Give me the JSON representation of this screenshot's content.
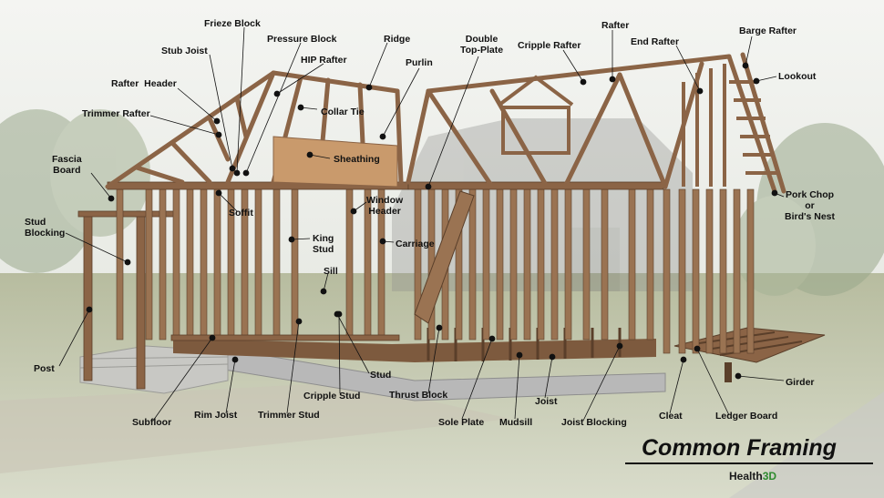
{
  "title": "Common Framing",
  "brand": {
    "name": "Health",
    "suffix": "3D",
    "suffix_color": "#2e8b2e"
  },
  "colors": {
    "wood": "#8b6446",
    "wood_light": "#a27c5a",
    "wood_dark": "#5a3f2a",
    "concrete": "#b8b8b8",
    "grass": "#a9b08e",
    "sky": "#eef0ec",
    "label": "#111111"
  },
  "labels": {
    "frieze_block": "Frieze Block",
    "stub_joist": "Stub Joist",
    "pressure_block": "Pressure Block",
    "ridge": "Ridge",
    "double_top_plate_1": "Double",
    "double_top_plate_2": "Top-Plate",
    "cripple_rafter": "Cripple Rafter",
    "rafter": "Rafter",
    "end_rafter": "End Rafter",
    "barge_rafter": "Barge Rafter",
    "hip_rafter": "HIP Rafter",
    "purlin": "Purlin",
    "lookout": "Lookout",
    "rafter_header": "Rafter  Header",
    "collar_tie": "Collar Tie",
    "trimmer_rafter": "Trimmer Rafter",
    "sheathing": "Sheathing",
    "fascia_board_1": "Fascia",
    "fascia_board_2": "Board",
    "pork_chop_1": "Pork Chop",
    "pork_chop_2": "or",
    "pork_chop_3": "Bird's Nest",
    "window_header_1": "Window",
    "window_header_2": "Header",
    "soffit": "Soffit",
    "stud_blocking_1": "Stud",
    "stud_blocking_2": "Blocking",
    "king_stud_1": "King",
    "king_stud_2": "Stud",
    "carriage": "Carriage",
    "sill": "Sill",
    "post": "Post",
    "stud": "Stud",
    "girder": "Girder",
    "cripple_stud": "Cripple Stud",
    "thrust_block": "Thrust Block",
    "joist": "Joist",
    "cleat": "Cleat",
    "ledger_board": "Ledger Board",
    "rim_joist": "Rim Joist",
    "trimmer_stud": "Trimmer Stud",
    "subfloor": "Subfloor",
    "sole_plate": "Sole Plate",
    "mudsill": "Mudsill",
    "joist_blocking": "Joist Blocking"
  }
}
